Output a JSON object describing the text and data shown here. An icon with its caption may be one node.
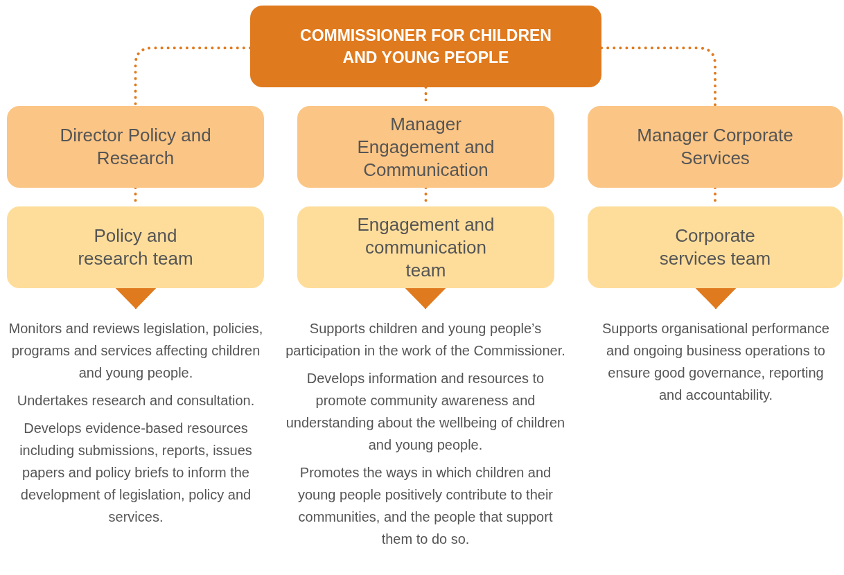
{
  "diagram": {
    "nodes": [
      {
        "text": [
          "COMMISSIONER FOR CHILDREN AND YOUNG PEOPLE"
        ]
      },
      {
        "text": [
          "Director Policy and Research"
        ]
      },
      {
        "text": [
          "Manager Engagement and Communication"
        ]
      },
      {
        "text": [
          "Manager Corporate Services"
        ]
      },
      {
        "text": [
          "Policy and research team"
        ]
      },
      {
        "text": [
          "Engagement and communication team"
        ]
      },
      {
        "text": [
          "Corporate services team"
        ]
      },
      {
        "text": [
          "Monitors and reviews legislation, policies, programs and services affecting children and young people.",
          "Undertakes research and consultation.",
          "Develops evidence-based resources including submissions, reports, issues papers and policy briefs to inform the development of legislation, policy and services."
        ]
      },
      {
        "text": [
          "Supports children and young people’s participation in the work of the Commissioner.",
          "Develops information and resources to promote community awareness and understanding about the wellbeing of children and young people.",
          "Promotes the ways in which children and young people positively contribute to their communities, and the people that support them to do so."
        ]
      },
      {
        "text": [
          "Supports organisational performance and ongoing business operations to ensure good governance, reporting and accountability."
        ]
      }
    ],
    "edges": [
      {
        "from": 0,
        "to": 1,
        "arrow": "none",
        "style": "dashed"
      },
      {
        "from": 0,
        "to": 2,
        "arrow": "none",
        "style": "dashed"
      },
      {
        "from": 0,
        "to": 3,
        "arrow": "none",
        "style": "dashed"
      },
      {
        "from": 1,
        "to": 4,
        "arrow": "none",
        "style": "dashed"
      },
      {
        "from": 2,
        "to": 5,
        "arrow": "none",
        "style": "dashed"
      },
      {
        "from": 3,
        "to": 6,
        "arrow": "none",
        "style": "dashed"
      },
      {
        "from": 4,
        "to": 7,
        "arrow": "to"
      },
      {
        "from": 5,
        "to": 8,
        "arrow": "to"
      },
      {
        "from": 6,
        "to": 9,
        "arrow": "to"
      }
    ]
  }
}
